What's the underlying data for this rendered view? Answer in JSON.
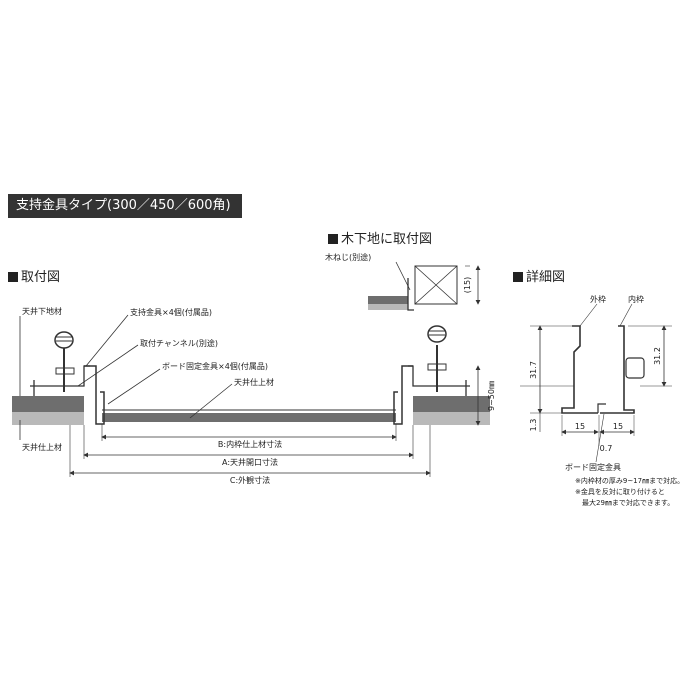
{
  "title": "支持金具タイプ(300／450／600角)",
  "sections": {
    "install": "取付図",
    "wood": "木下地に取付図",
    "detail": "詳細図"
  },
  "install_labels": {
    "ceiling_base": "天井下地材",
    "ceiling_finish": "天井仕上材",
    "support_fitting": "支持金具×4個(付属品)",
    "channel": "取付チャンネル(別途)",
    "board_fitting": "ボード固定金具×4個(付属品)",
    "ceiling_finish_inner": "天井仕上材",
    "dim_b": "B:内枠仕上材寸法",
    "dim_a": "A:天井開口寸法",
    "dim_c": "C:外観寸法",
    "dim_height": "9~50㎜"
  },
  "wood_labels": {
    "screw": "木ねじ(別途)",
    "dim": "(15)"
  },
  "detail_labels": {
    "outer_frame": "外枠",
    "inner_frame": "内枠",
    "dim_317": "31.7",
    "dim_312": "31.2",
    "dim_13": "1.3",
    "dim_15a": "15",
    "dim_15b": "15",
    "dim_07": "0.7",
    "board_fitting": "ボード固定金具",
    "note1": "※内枠材の厚み9~17㎜まで対応。",
    "note2": "※金具を反対に取り付けると",
    "note3": "最大29㎜まで対応できます。"
  }
}
